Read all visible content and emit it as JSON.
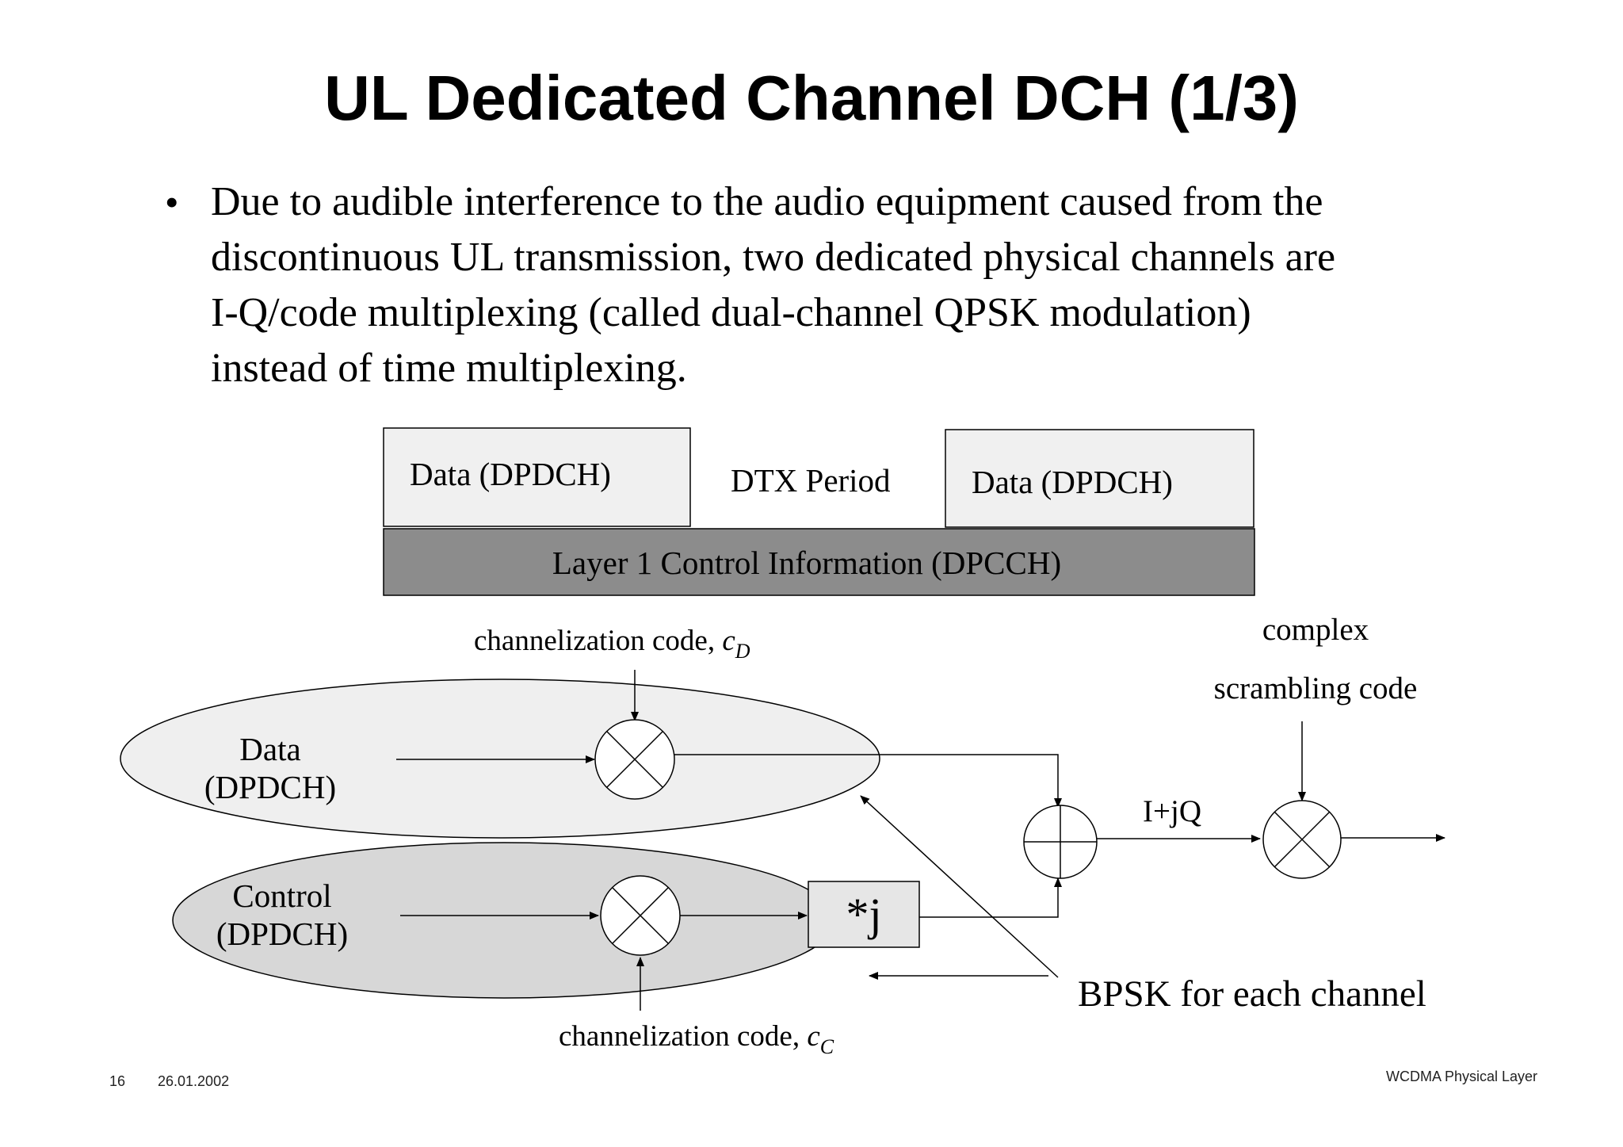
{
  "slide": {
    "title": "UL Dedicated Channel DCH (1/3)",
    "bullet": "Due to audible interference to the audio equipment caused from the\ndiscontinuous UL transmission, two dedicated physical channels are\nI-Q/code multiplexing (called dual-channel QPSK modulation)\ninstead of time multiplexing."
  },
  "timing": {
    "data_left": "Data (DPDCH)",
    "dtx": "DTX Period",
    "data_right": "Data (DPDCH)",
    "control_bar": "Layer 1 Control Information (DPCCH)"
  },
  "block_diagram": {
    "code_d_prefix": "channelization code, ",
    "code_d_var": "c",
    "code_d_sub": "D",
    "code_c_prefix": "channelization code, ",
    "code_c_var": "c",
    "code_c_sub": "C",
    "data_line1": "Data",
    "data_line2": "(DPDCH)",
    "control_line1": "Control",
    "control_line2": "(DPDCH)",
    "times_j": "*j",
    "iq_label": "I+jQ",
    "scrambling_line1": "complex",
    "scrambling_line2": "scrambling code",
    "bpsk_label": "BPSK for each channel"
  },
  "footer": {
    "page_number": "16",
    "date": "26.01.2002",
    "document_title": "WCDMA Physical Layer"
  },
  "colors": {
    "data_ellipse": "#efefef",
    "control_ellipse": "#d7d7d7",
    "data_box": "#f0f0f0",
    "control_bar": "#8c8c8c"
  }
}
